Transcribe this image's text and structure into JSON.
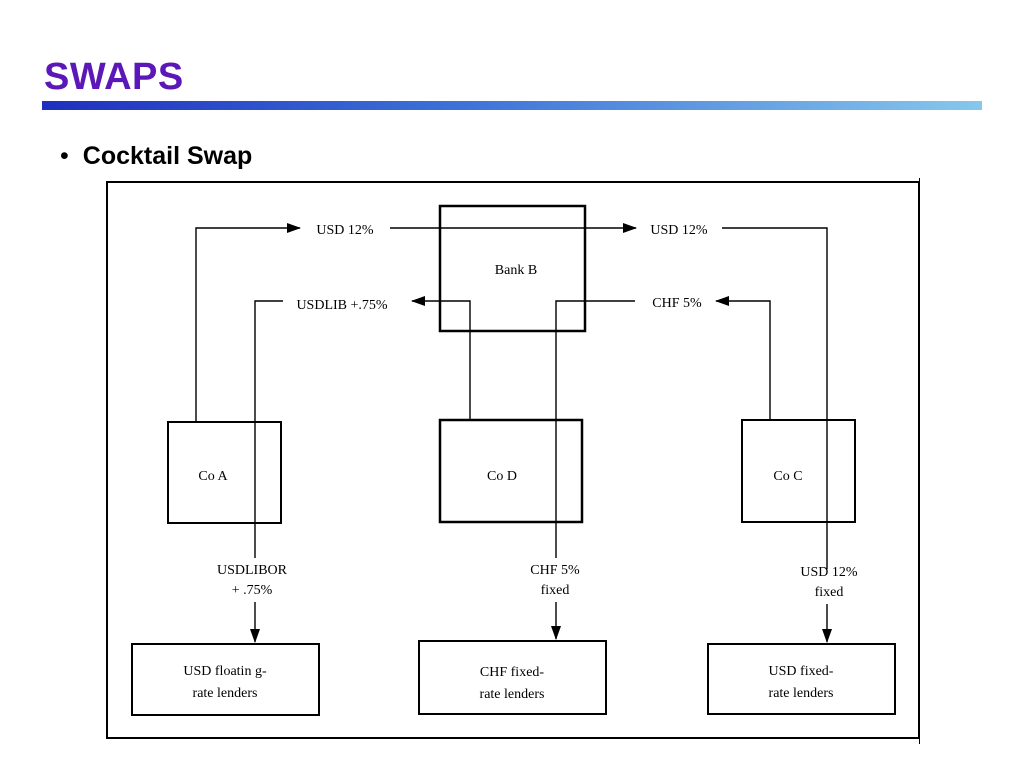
{
  "slide": {
    "title": "SWAPS",
    "bullet": "Cocktail Swap"
  },
  "diagram": {
    "bank": "Bank B",
    "companies": {
      "a": "Co A",
      "d": "Co D",
      "c": "Co C"
    },
    "lenders": {
      "usd_floating": [
        "USD floatin g-",
        "rate lenders"
      ],
      "chf_fixed": [
        "CHF fixed-",
        "rate lenders"
      ],
      "usd_fixed": [
        "USD fixed-",
        "rate lenders"
      ]
    },
    "flows": {
      "a_to_bank": "USD 12%",
      "bank_to_c": "USD 12%",
      "bank_to_a": "USDLIB +.75%",
      "c_to_bank": "CHF 5%",
      "a_to_lenders": [
        "USDLIBOR",
        "+ .75%"
      ],
      "d_to_lenders": [
        "CHF 5%",
        "fixed"
      ],
      "c_to_lenders": [
        "USD 12%",
        "fixed"
      ]
    }
  }
}
